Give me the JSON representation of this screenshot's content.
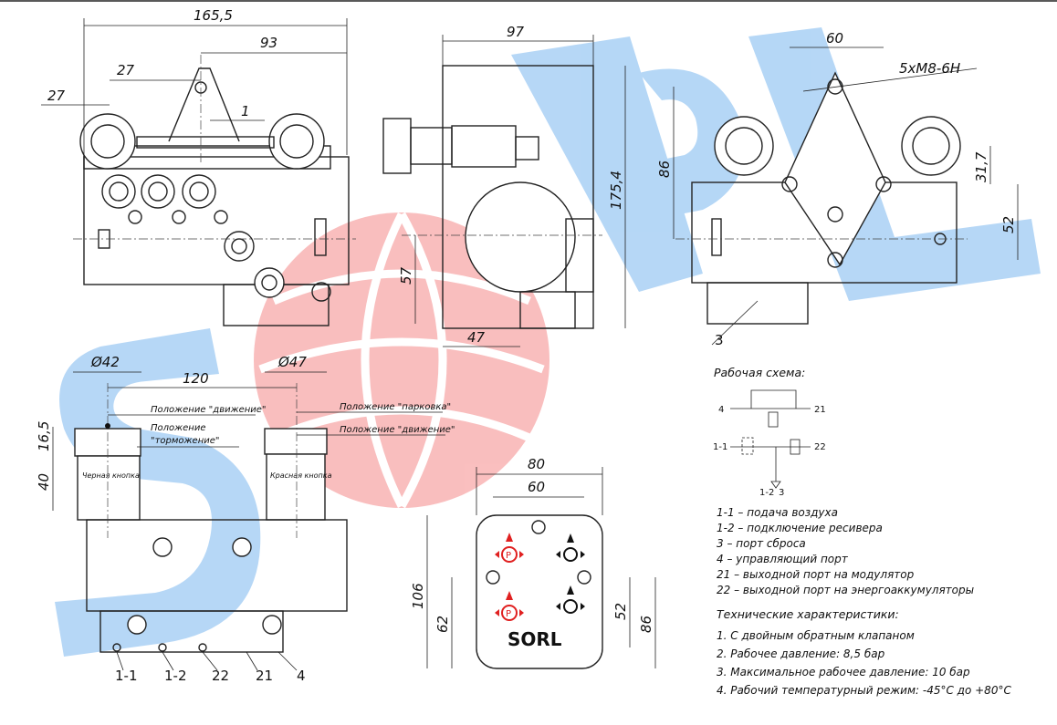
{
  "watermark": {
    "text": "SORL",
    "blue": "#2f8fe0",
    "red": "#e03a3a"
  },
  "dims": {
    "d1655": "165,5",
    "d93": "93",
    "d27a": "27",
    "d27b": "27",
    "d1": "1",
    "d97": "97",
    "d1754": "175,4",
    "d57": "57",
    "d47": "47",
    "d60a": "60",
    "thread": "5xM8-6H",
    "d86a": "86",
    "d317": "31,7",
    "d52a": "52",
    "phi42": "Ø42",
    "phi47": "Ø47",
    "d120": "120",
    "d165": "16,5",
    "d40": "40",
    "d80": "80",
    "d60b": "60",
    "d106": "106",
    "d62": "62",
    "d52b": "52",
    "d86b": "86"
  },
  "notes": {
    "drive_left": "Положение \"движение\"",
    "brake_left_1": "Положение",
    "brake_left_2": "\"торможение\"",
    "park_right": "Положение \"парковка\"",
    "drive_right": "Положение \"движение\"",
    "black_button": "Черная кнопка",
    "red_button": "Красная кнопка"
  },
  "ports": {
    "p11": "1-1",
    "p12": "1-2",
    "p22": "22",
    "p21": "21",
    "p4": "4",
    "p3": "3"
  },
  "scheme": {
    "title": "Рабочая схема:",
    "l4": "4",
    "l21": "21",
    "l11": "1-1",
    "l22": "22",
    "l12": "1-2",
    "l3": "3"
  },
  "legend": [
    "1-1 – подача воздуха",
    "1-2 – подключение ресивера",
    "3 – порт сброса",
    "4 – управляющий порт",
    "21 – выходной порт на модулятор",
    "22 – выходной порт на энергоаккумуляторы"
  ],
  "specs": {
    "title": "Технические характеристики:",
    "items": [
      "1. С двойным обратным клапаном",
      "2. Рабочее давление: 8,5 бар",
      "3. Максимальное рабочее давление: 10 бар",
      "4. Рабочий температурный режим: -45°С до +80°С"
    ]
  },
  "panel": {
    "brand": "SORL",
    "p_symbol": "P",
    "red": "#e02020"
  }
}
